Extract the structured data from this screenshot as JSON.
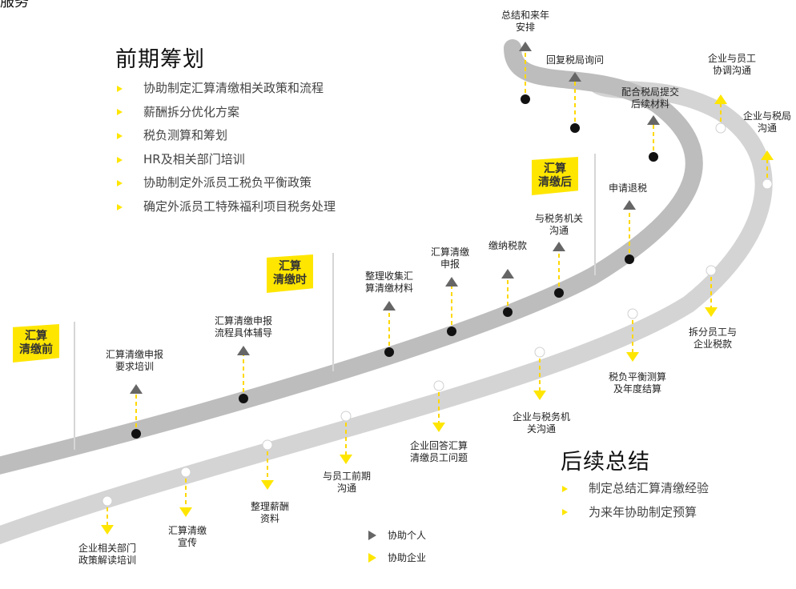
{
  "corner_text": "服务",
  "phases": {
    "before": [
      "汇算",
      "清缴前"
    ],
    "during": [
      "汇算",
      "清缴时"
    ],
    "after": [
      "汇算",
      "清缴后"
    ]
  },
  "early": {
    "title": "前期筹划",
    "items": [
      "协助制定汇算清缴相关政策和流程",
      "薪酬拆分优化方案",
      "税负测算和筹划",
      "HR及相关部门培训",
      "协助制定外派员工税负平衡政策",
      "确定外派员工特殊福利项目税务处理"
    ]
  },
  "late": {
    "title": "后续总结",
    "items": [
      "制定总结汇算清缴经验",
      "为来年协助制定预算"
    ]
  },
  "individual_steps": [
    [
      "汇算清缴申报",
      "要求培训"
    ],
    [
      "汇算清缴申报",
      "流程具体辅导"
    ],
    [
      "整理收集汇",
      "算清缴材料"
    ],
    [
      "汇算清缴",
      "申报"
    ],
    [
      "缴纳税款"
    ],
    [
      "与税务机关",
      "沟通"
    ],
    [
      "申请退税"
    ],
    [
      "配合税局提交",
      "后续材料"
    ],
    [
      "回复税局询问"
    ],
    [
      "总结和来年",
      "安排"
    ]
  ],
  "enterprise_steps": [
    [
      "企业相关部门",
      "政策解读培训"
    ],
    [
      "汇算清缴",
      "宣传"
    ],
    [
      "整理薪酬",
      "资料"
    ],
    [
      "与员工前期",
      "沟通"
    ],
    [
      "企业回答汇算",
      "清缴员工问题"
    ],
    [
      "企业与税务机",
      "关沟通"
    ],
    [
      "税负平衡测算",
      "及年度结算"
    ],
    [
      "拆分员工与",
      "企业税款"
    ],
    [
      "企业与税局",
      "沟通"
    ],
    [
      "企业与员工",
      "协调沟通"
    ]
  ],
  "legend": {
    "individual": "协助个人",
    "enterprise": "协助企业"
  },
  "colors": {
    "accent": "#ffe600",
    "road": "#cfcfcf",
    "marker_individual": "#666666"
  }
}
